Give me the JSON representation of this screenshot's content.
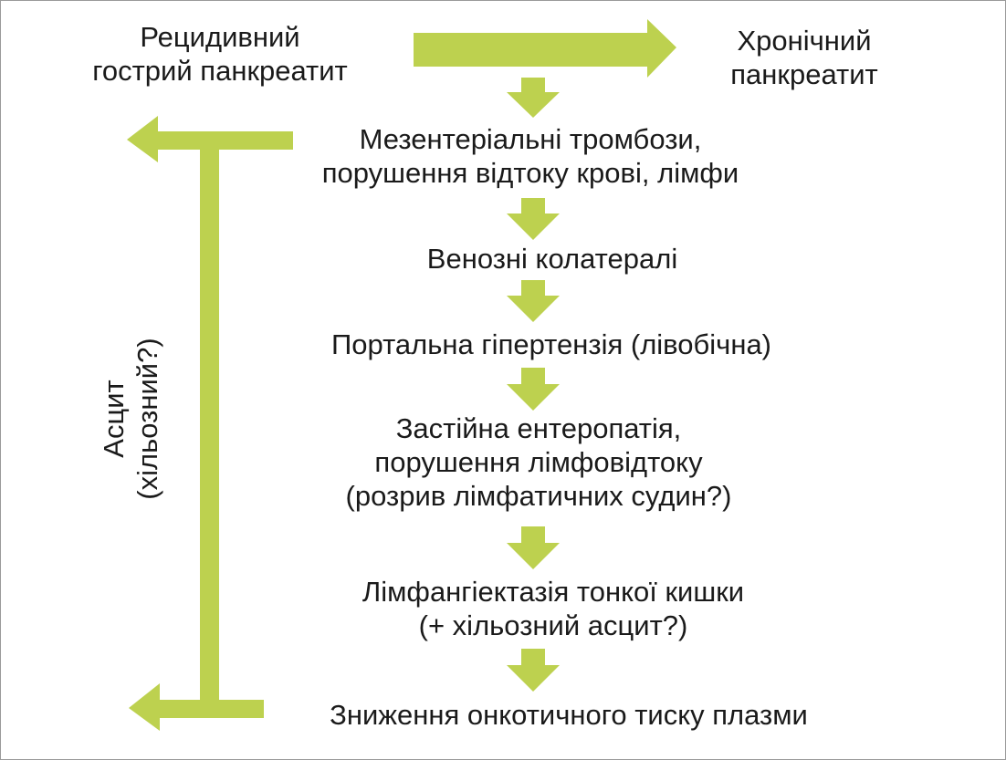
{
  "colors": {
    "arrow": "#bdd14f",
    "text": "#1a1a1a",
    "border": "#9a9a9a"
  },
  "nodes": {
    "recurrent": [
      "Рецидивний",
      "гострий панкреатит"
    ],
    "chronic": [
      "Хронічний",
      "панкреатит"
    ],
    "mesenteric": [
      "Мезентеріальні тромбози,",
      "порушення відтоку крові, лімфи"
    ],
    "venous": [
      "Венозні колатералі"
    ],
    "portal": [
      "Портальна гіпертензія (лівобічна)"
    ],
    "enteropathy": [
      "Застійна ентеропатія,",
      "порушення лімфовідтоку",
      "(розрив лімфатичних судин?)"
    ],
    "lymphangiectasia": [
      "Лімфангіектазія тонкої кишки",
      "(+ хільозний асцит?)"
    ],
    "oncotic": [
      "Зниження онкотичного тиску плазми"
    ]
  },
  "side_label": [
    "Асцит",
    "(хільозний?)"
  ]
}
